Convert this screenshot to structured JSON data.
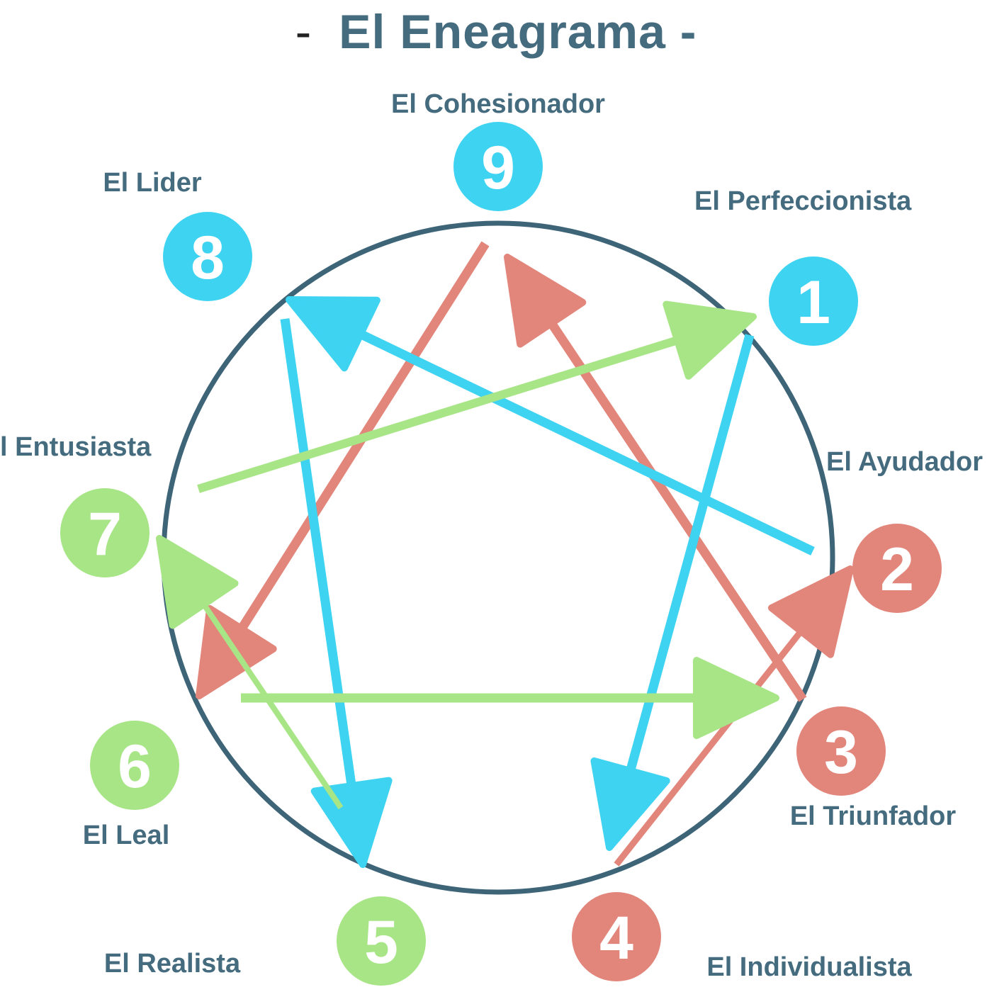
{
  "title": "El Eneagrama -",
  "title_prefix": "-",
  "colors": {
    "blue": "#3fd3f2",
    "red": "#e2867b",
    "green": "#a7e586",
    "circle": "#3e6478",
    "label": "#456b7f"
  },
  "types": [
    {
      "number": "1",
      "label": "El Perfeccionista",
      "color": "blue"
    },
    {
      "number": "2",
      "label": "El Ayudador",
      "color": "red"
    },
    {
      "number": "3",
      "label": "El Triunfador",
      "color": "red"
    },
    {
      "number": "4",
      "label": "El Individualista",
      "color": "red"
    },
    {
      "number": "5",
      "label": "El Realista",
      "color": "green"
    },
    {
      "number": "6",
      "label": "El Leal",
      "color": "green"
    },
    {
      "number": "7",
      "label": "l Entusiasta",
      "color": "green"
    },
    {
      "number": "8",
      "label": "El Lider",
      "color": "blue"
    },
    {
      "number": "9",
      "label": "El Cohesionador",
      "color": "blue"
    }
  ],
  "arrows": [
    {
      "from": "9",
      "to": "6",
      "color": "red"
    },
    {
      "from": "3",
      "to": "9",
      "color": "red"
    },
    {
      "from": "4",
      "to": "2",
      "color": "red"
    },
    {
      "from": "2",
      "to": "8",
      "color": "blue"
    },
    {
      "from": "8",
      "to": "5",
      "color": "blue"
    },
    {
      "from": "1",
      "to": "4",
      "color": "blue"
    },
    {
      "from": "7",
      "to": "1",
      "color": "green"
    },
    {
      "from": "5",
      "to": "7",
      "color": "green"
    },
    {
      "from": "6",
      "to": "3",
      "color": "green"
    }
  ]
}
